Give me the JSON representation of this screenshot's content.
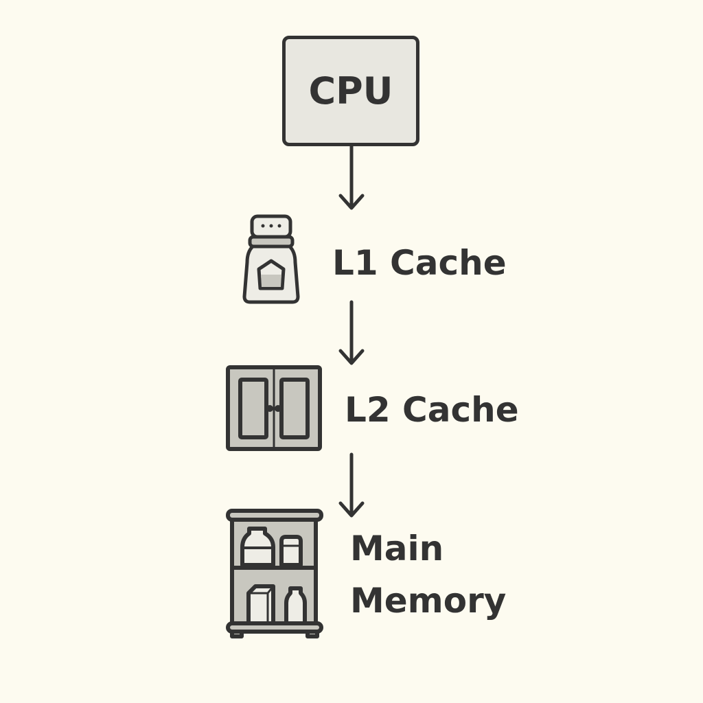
{
  "diagram": {
    "title": "Memory hierarchy",
    "nodes": [
      {
        "id": "cpu",
        "label": "CPU",
        "icon": "box"
      },
      {
        "id": "l1",
        "label": "L1 Cache",
        "icon": "salt-shaker-icon"
      },
      {
        "id": "l2",
        "label": "L2 Cache",
        "icon": "cabinet-icon"
      },
      {
        "id": "mem",
        "label_line1": "Main",
        "label_line2": "Memory",
        "icon": "pantry-shelf-icon"
      }
    ],
    "edges": [
      {
        "from": "cpu",
        "to": "l1"
      },
      {
        "from": "l1",
        "to": "l2"
      },
      {
        "from": "l2",
        "to": "mem"
      }
    ]
  },
  "colors": {
    "background": "#fdfbf0",
    "stroke": "#333333",
    "box_fill": "#e8e7e0",
    "icon_fill_dark": "#c8c7bf",
    "icon_fill_light": "#eeede6"
  }
}
